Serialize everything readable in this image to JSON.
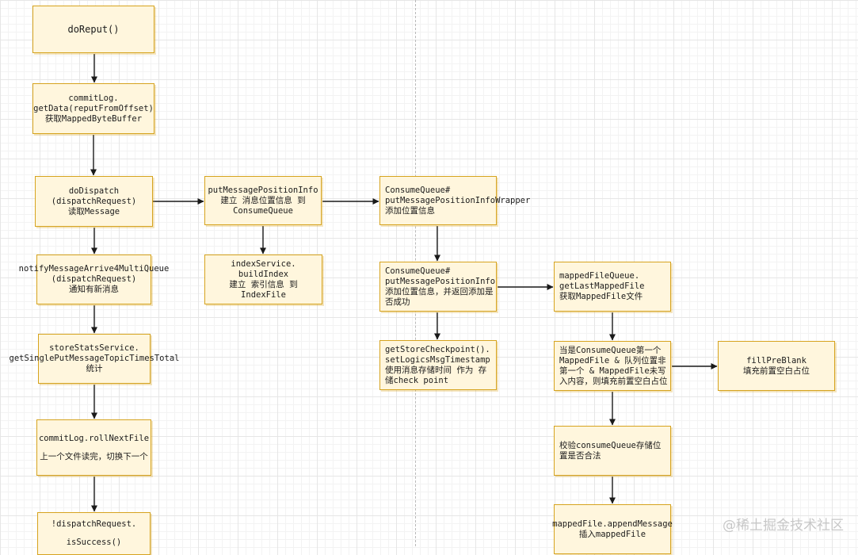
{
  "nodes": {
    "doReput": [
      "doReput()"
    ],
    "getData": [
      "commitLog.",
      "getData(reputFromOffset)",
      "获取MappedByteBuffer"
    ],
    "doDispatch": [
      "doDispatch",
      "(dispatchRequest)",
      "读取Message"
    ],
    "notify": [
      "notifyMessageArrive4MultiQueue",
      "(dispatchRequest)",
      "通知有新消息"
    ],
    "stats": [
      "storeStatsService.",
      "getSinglePutMessageTopicTimesTotal",
      "统计"
    ],
    "rollNext": [
      "commitLog.rollNextFile",
      "",
      "上一个文件读完，切换下一个"
    ],
    "isSuccess": [
      "!dispatchRequest.",
      "",
      "isSuccess()"
    ],
    "putPos": [
      "putMessagePositionInfo",
      "建立 消息位置信息 到",
      "ConsumeQueue"
    ],
    "buildIndex": [
      "indexService.",
      "buildIndex",
      "建立 索引信息 到",
      "IndexFile"
    ],
    "wrapper": [
      "ConsumeQueue#",
      "putMessagePositionInfoWrapper",
      "添加位置信息"
    ],
    "cqPut": [
      "ConsumeQueue#",
      "putMessagePositionInfo",
      "添加位置信息，并返回添加是",
      "否成功"
    ],
    "checkpoint": [
      "getStoreCheckpoint().",
      "setLogicsMsgTimestamp",
      "使用消息存储时间 作为 存",
      "储check point"
    ],
    "lastMapped": [
      "mappedFileQueue.",
      "getLastMappedFile",
      "获取MappedFile文件"
    ],
    "firstCheck": [
      "当是ConsumeQueue第一个",
      "MappedFile & 队列位置非",
      "第一个 & MappedFile未写",
      "入内容，则填充前置空白占位"
    ],
    "fillPre": [
      "fillPreBlank",
      "填充前置空白占位"
    ],
    "validate": [
      "校验consumeQueue存储位",
      "置是否合法"
    ],
    "append": [
      "mappedFile.appendMessage",
      "插入mappedFile"
    ]
  },
  "watermark": "@稀土掘金技术社区",
  "colors": {
    "node_fill": "#fff6dd",
    "node_border": "#d6a31e",
    "arrow": "#1a1a1a"
  }
}
